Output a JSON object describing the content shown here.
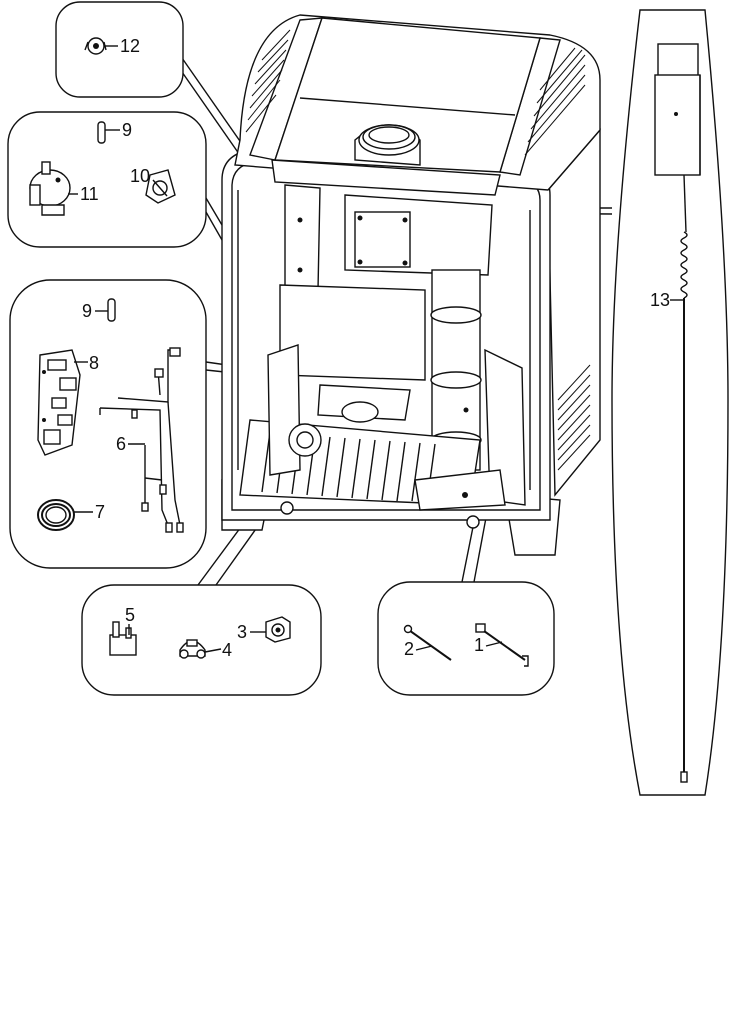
{
  "callouts": {
    "p1": "1",
    "p2": "2",
    "p3": "3",
    "p4": "4",
    "p5": "5",
    "p6": "6",
    "p7": "7",
    "p8": "8",
    "p9a": "9",
    "p9b": "9",
    "p10": "10",
    "p11": "11",
    "p12": "12",
    "p13": "13"
  },
  "colors": {
    "line": "#111111",
    "background": "#ffffff"
  }
}
